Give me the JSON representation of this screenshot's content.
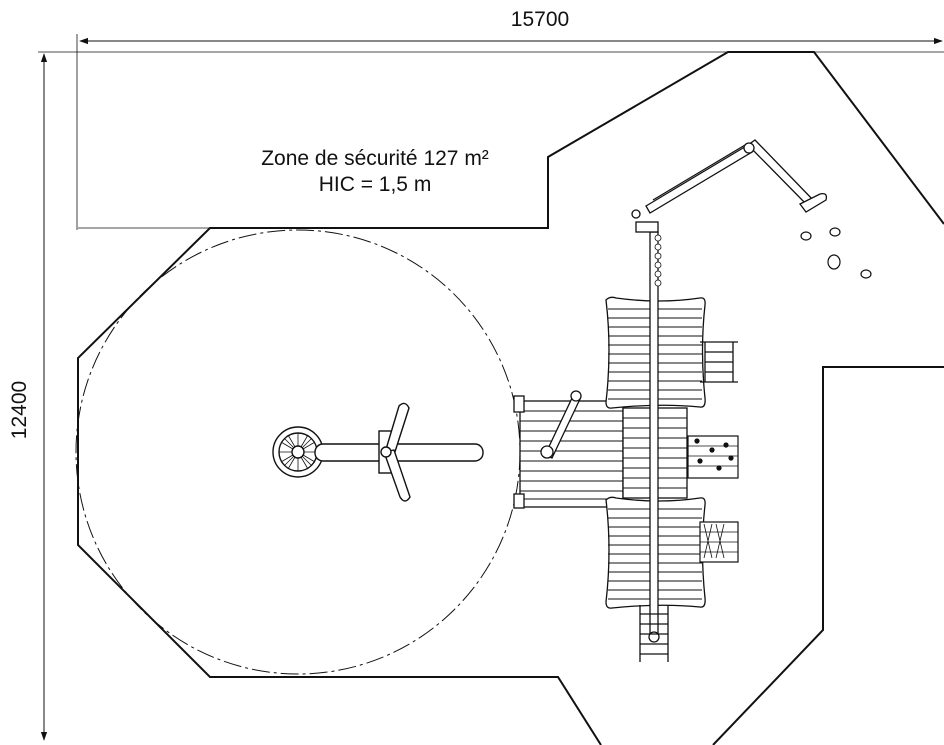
{
  "dimensions": {
    "width_label": "15700",
    "height_label": "12400"
  },
  "safety_zone": {
    "title": "Zone de sécurité 127 m²",
    "hic": "HIC = 1,5 m"
  }
}
